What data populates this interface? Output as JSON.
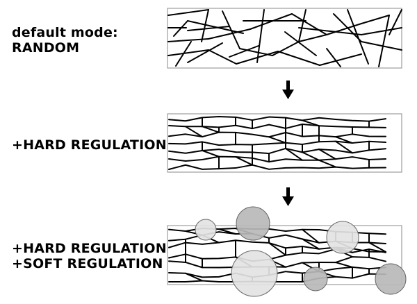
{
  "rows": [
    {
      "label_lines": [
        "default mode:",
        "RANDOM"
      ]
    },
    {
      "label_lines": [
        "+HARD REGULATION"
      ]
    },
    {
      "label_lines": [
        "+HARD REGULATION",
        "+SOFT REGULATION"
      ]
    }
  ],
  "arrow_icon": "down-arrow-icon",
  "colors": {
    "stroke": "#000000",
    "circle_light": "#e3e3e3",
    "circle_dark": "#b8b8b8"
  }
}
